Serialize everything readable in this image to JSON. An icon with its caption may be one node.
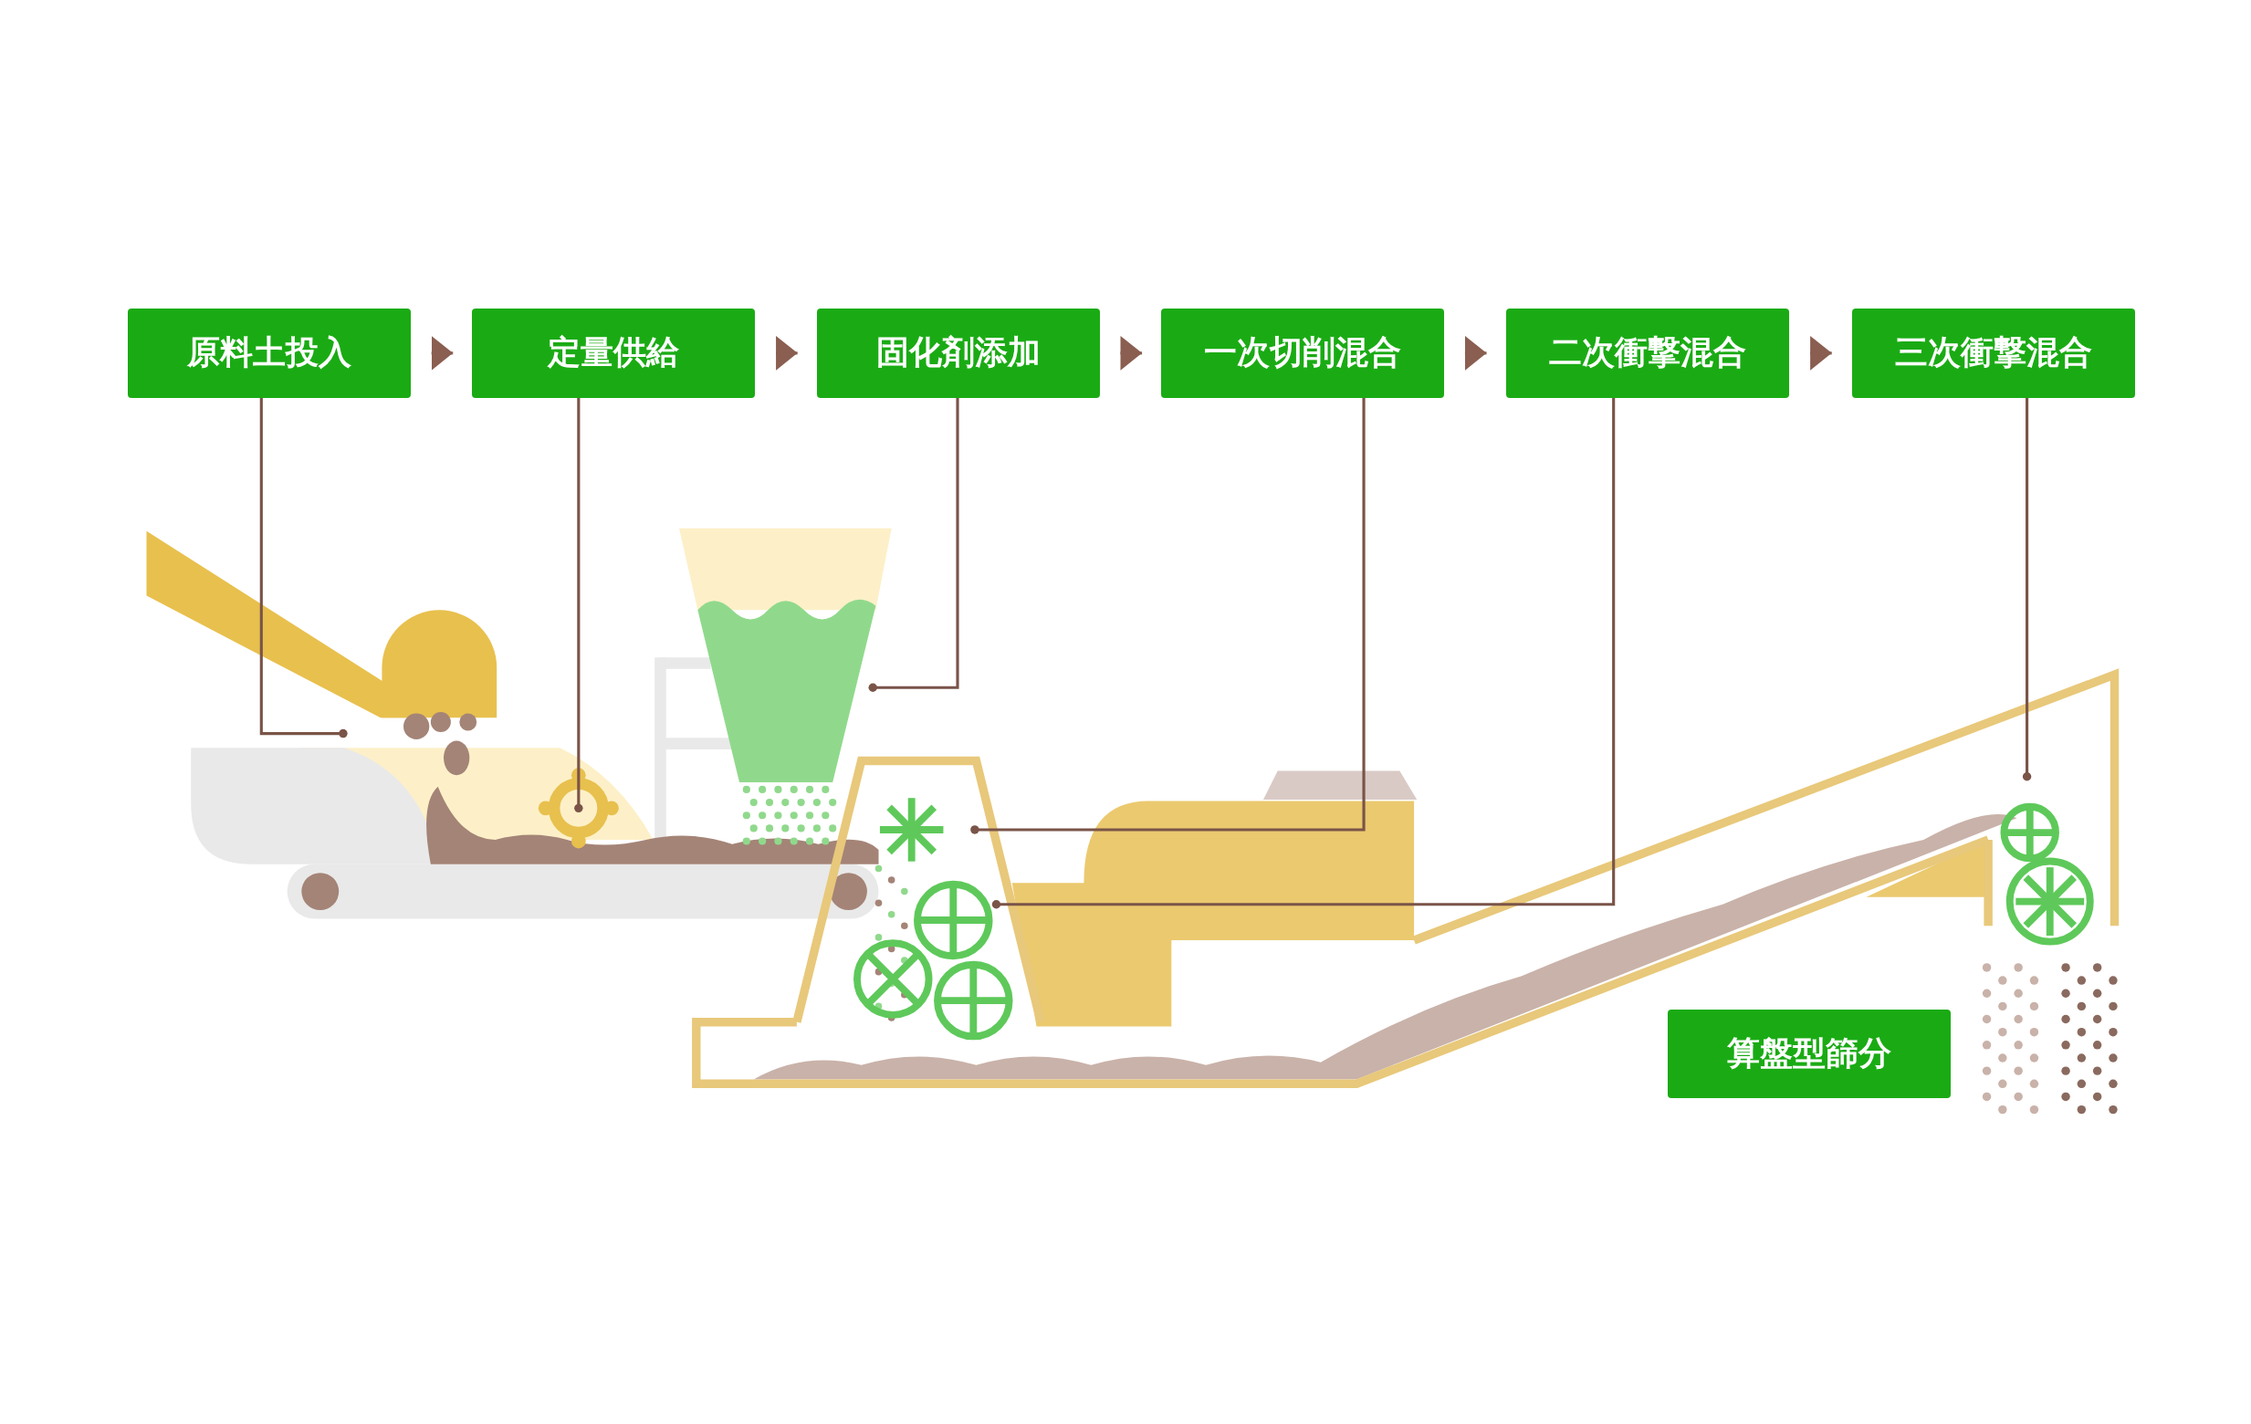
{
  "diagram": {
    "nodes": [
      {
        "text": [
          "原料土投入"
        ]
      },
      {
        "text": [
          "定量供給"
        ]
      },
      {
        "text": [
          "固化剤添加"
        ]
      },
      {
        "text": [
          "一次切削混合"
        ]
      },
      {
        "text": [
          "二次衝撃混合"
        ]
      },
      {
        "text": [
          "三次衝撃混合"
        ]
      },
      {
        "text": [
          "算盤型篩分"
        ]
      }
    ],
    "edges": [
      {
        "from": 0,
        "to": 1,
        "arrow": "to"
      },
      {
        "from": 1,
        "to": 2,
        "arrow": "to"
      },
      {
        "from": 2,
        "to": 3,
        "arrow": "to"
      },
      {
        "from": 3,
        "to": 4,
        "arrow": "to"
      },
      {
        "from": 4,
        "to": 5,
        "arrow": "to"
      },
      {
        "from": 0,
        "to": null,
        "arrow": "other"
      },
      {
        "from": 1,
        "to": null,
        "arrow": "other"
      },
      {
        "from": 2,
        "to": null,
        "arrow": "other"
      },
      {
        "from": 3,
        "to": null,
        "arrow": "other"
      },
      {
        "from": 4,
        "to": null,
        "arrow": "other"
      },
      {
        "from": 5,
        "to": null,
        "arrow": "other"
      }
    ]
  }
}
